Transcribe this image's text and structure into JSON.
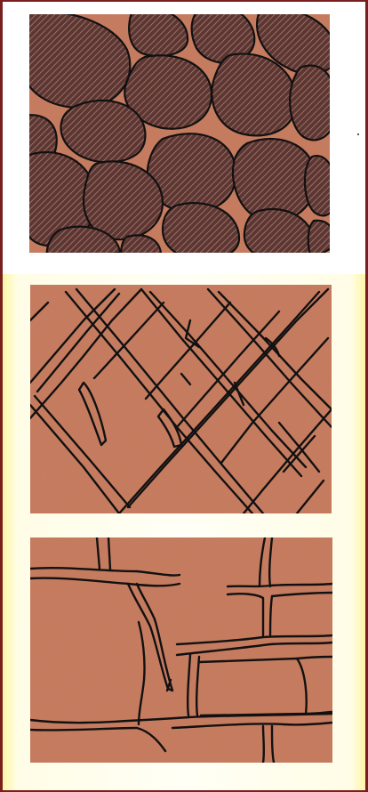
{
  "figure": {
    "panels": [
      {
        "id": "packed-rounded-grains",
        "fill": "#c97a5c",
        "pattern": "hatched-circles"
      },
      {
        "id": "diagonal-lattice-veins",
        "fill": "#c97a5c",
        "pattern": "crossing-lines"
      },
      {
        "id": "orthogonal-network-veins",
        "fill": "#c97a5c",
        "pattern": "branching-lines"
      }
    ],
    "colors": {
      "border": "#7a1f1f",
      "panel_fill": "#c97a5c",
      "stroke": "#111111",
      "background_top": "#ffffff",
      "background_bottom": "#fffde6"
    }
  }
}
